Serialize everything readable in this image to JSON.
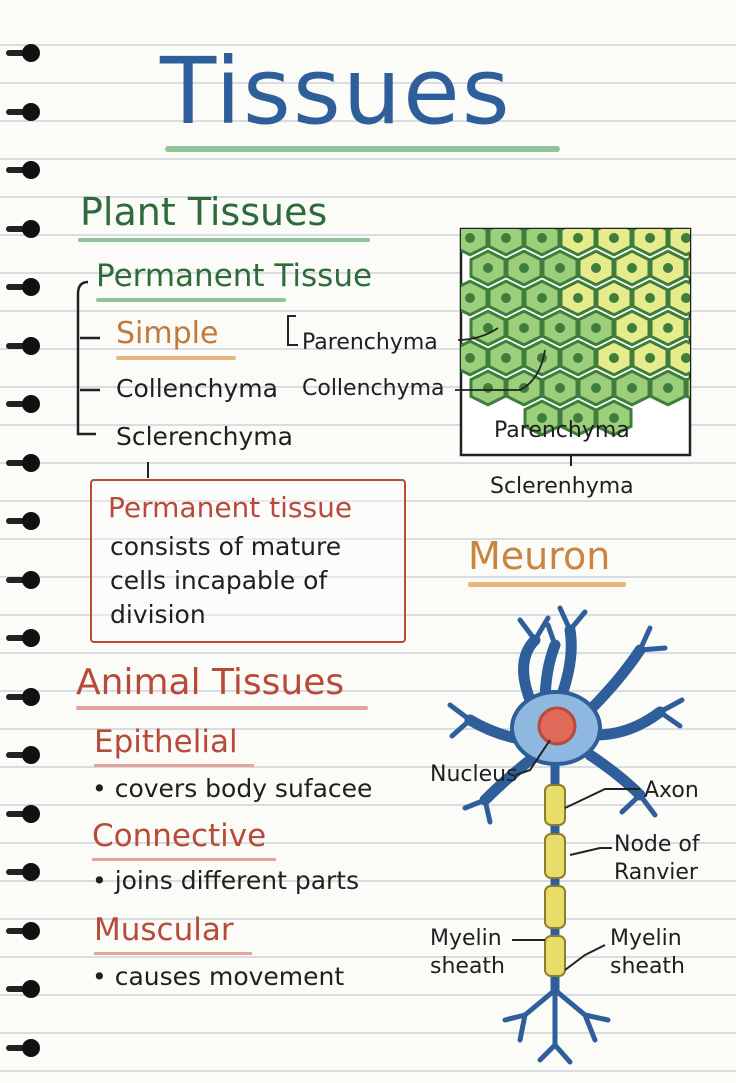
{
  "title": "Tissues",
  "plant": {
    "heading": "Plant Tissues",
    "permanent_heading": "Permanent Tissue",
    "simple_label": "Simple",
    "branch_items": [
      "Collenchyma",
      "Sclerenchyma"
    ],
    "simple_types": [
      "Parenchyma",
      "Collenchyma"
    ],
    "diagram_labels": {
      "inside": "Parenchyma",
      "below": "Sclerenhyma"
    }
  },
  "note": {
    "title": "Permanent tissue",
    "lines": [
      "consists of mature",
      "cells incapable of",
      "division"
    ]
  },
  "neuron": {
    "heading": "Meuron",
    "labels": {
      "nucleus": "Nucleus",
      "axon": "Axon",
      "node_line1": "Node of",
      "node_line2": "Ranvier",
      "myelin_left_1": "Myelin",
      "myelin_left_2": "sheath",
      "myelin_right_1": "Myelin",
      "myelin_right_2": "sheath"
    }
  },
  "animal": {
    "heading": "Animal Tissues",
    "types": [
      {
        "name": "Epithelial",
        "desc": "• covers body sufacee"
      },
      {
        "name": "Connective",
        "desc": "• joins different parts"
      },
      {
        "name": "Muscular",
        "desc": "• causes movement"
      }
    ]
  },
  "colors": {
    "title_blue": "#2f5f9a",
    "plant_green": "#2f6b3a",
    "simple_orange": "#c27a3c",
    "animal_red": "#b84a3a",
    "neuron_blue": "#3d78b8",
    "myelin_yellow": "#e8dc6a"
  }
}
